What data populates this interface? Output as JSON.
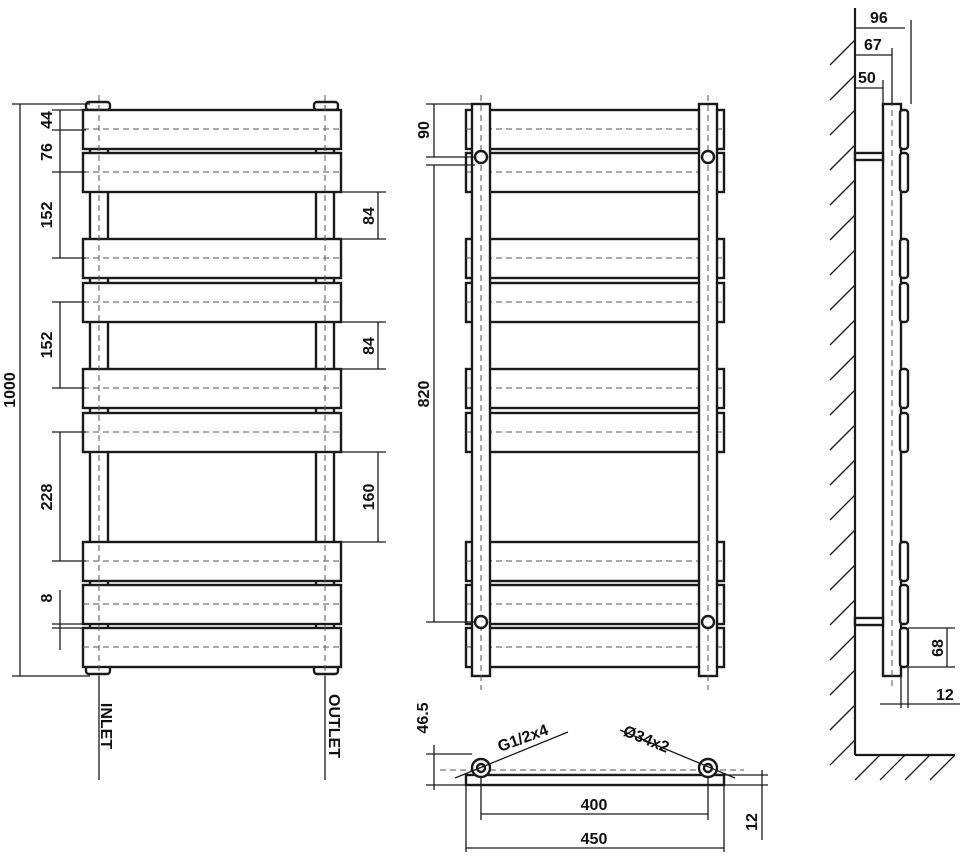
{
  "front": {
    "total_height": "1000",
    "top_gap": "44",
    "gap_76": "76",
    "pitch_1": "152",
    "pitch_2": "152",
    "pitch_3": "228",
    "bar_gap_8": "8",
    "spacing_1": "84",
    "spacing_2": "84",
    "spacing_3": "160",
    "inlet": "INLET",
    "outlet": "OUTLET"
  },
  "rear": {
    "top_offset": "90",
    "bracket_spacing": "820"
  },
  "plan": {
    "depth": "46.5",
    "thread": "G1/2x4",
    "tube": "Ø34x2",
    "centres": "400",
    "width": "450",
    "bar_thk": "12"
  },
  "side": {
    "d96": "96",
    "d67": "67",
    "d50": "50",
    "d68": "68",
    "d12": "12"
  }
}
